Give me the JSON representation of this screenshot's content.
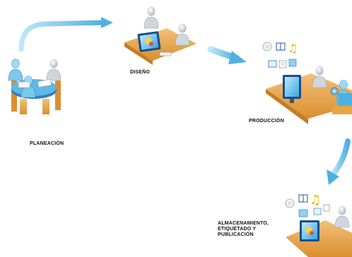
{
  "stages": {
    "planeacion": "PLANEACIÓN",
    "diseno": "DISEÑO",
    "produccion": "PRODUCCIÓN",
    "almacenamiento": [
      "ALMACENAMIENTO,",
      "ETIQUETADO Y",
      "PUBLICACIÓN"
    ]
  },
  "colors": {
    "arrow": "#5fb8e6",
    "person": "#d6dbe0",
    "desk": "#e8a545",
    "monitor_frame": "#1a4d8c",
    "screen": "#7fd0f5",
    "chair": "#3fa0d8"
  },
  "icons": [
    "cd-icon",
    "film-icon",
    "music-note-icon",
    "document-icon",
    "image-icon",
    "gear-icon"
  ]
}
